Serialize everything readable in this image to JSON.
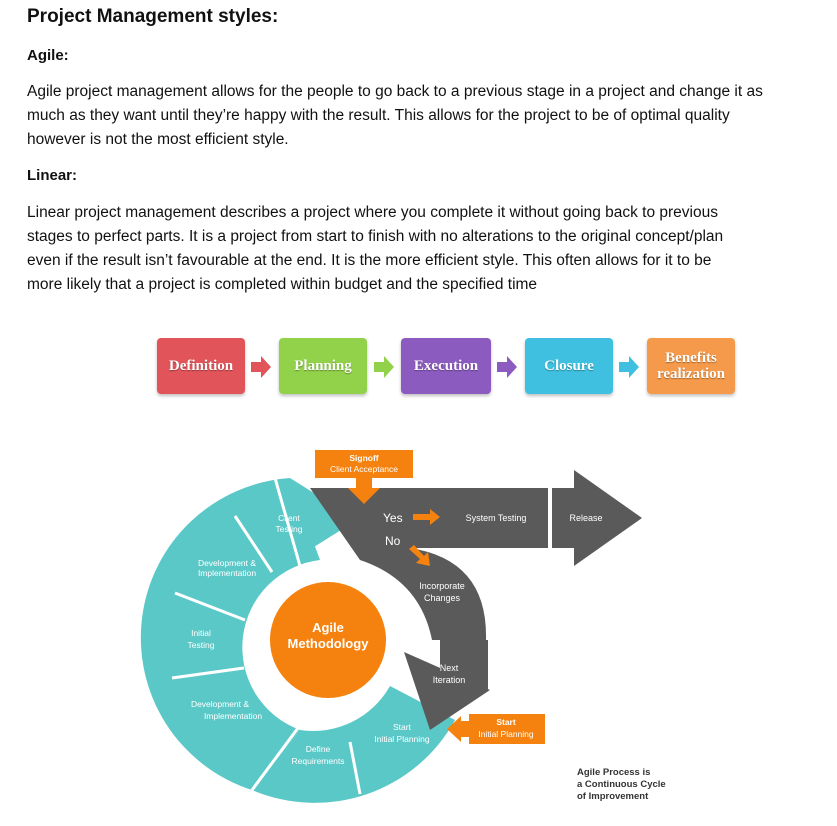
{
  "title": "Project Management styles:",
  "agile": {
    "heading": "Agile:",
    "lines": [
      "Agile project management allows for the people to go back to a previous stage in a project and change it as",
      "much as they want until they’re happy with the result. This allows for the project to be of optimal quality",
      "however is not the most efficient style."
    ]
  },
  "linear": {
    "heading": "Linear:",
    "lines": [
      "Linear project management describes a project where you complete it without going back to previous",
      "stages to perfect parts. It is a project from start to finish with no alterations to the original concept/plan",
      "even if the result isn’t favourable at the end. It is the more efficient style. This often allows for it to be",
      "more likely that a project is completed within budget and the specified time"
    ]
  },
  "linear_flow": {
    "steps": [
      {
        "label": "Definition",
        "color": "#e0545a"
      },
      {
        "label": "Planning",
        "color": "#92d24a"
      },
      {
        "label": "Execution",
        "color": "#8c5bbf"
      },
      {
        "label": "Closure",
        "color": "#3fc0e0"
      },
      {
        "label": "Benefits realization",
        "color": "#f59a4a"
      }
    ],
    "arrow_colors": [
      "#e0545a",
      "#92d24a",
      "#8c5bbf",
      "#3fc0e0"
    ]
  },
  "agile_diagram": {
    "center_label_1": "Agile",
    "center_label_2": "Methodology",
    "segments": [
      {
        "label_1": "Client",
        "label_2": "Testing"
      },
      {
        "label_1": "Development &",
        "label_2": "Implementation"
      },
      {
        "label_1": "Initial",
        "label_2": "Testing"
      },
      {
        "label_1": "Development &",
        "label_2": "Implementation"
      },
      {
        "label_1": "Define",
        "label_2": "Requirements"
      },
      {
        "label_1": "Start",
        "label_2": "Initial Planning"
      }
    ],
    "signoff_1": "Signoff",
    "signoff_2": "Client Acceptance",
    "yes": "Yes",
    "no": "No",
    "system_testing": "System Testing",
    "release": "Release",
    "incorporate_1": "Incorporate",
    "incorporate_2": "Changes",
    "next_1": "Next",
    "next_2": "Iteration",
    "start_box_1": "Start",
    "start_box_2": "Initial Planning",
    "caption": [
      "Agile Process is",
      "a Continuous Cycle",
      "of Improvement"
    ],
    "colors": {
      "teal": "#5bc8c8",
      "dark": "#5a5a5a",
      "orange": "#f5820f"
    }
  }
}
